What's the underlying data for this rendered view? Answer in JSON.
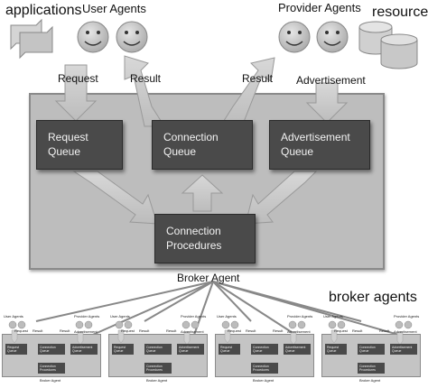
{
  "top_labels": {
    "applications": "applications",
    "user_agents": "User Agents",
    "provider_agents": "Provider Agents",
    "resources": "resources"
  },
  "arrow_labels": {
    "request": "Request",
    "result_left": "Result",
    "result_right": "Result",
    "advertisement": "Advertisement"
  },
  "queues": {
    "request_queue": "Request\nQueue",
    "connection_queue": "Connection\nQueue",
    "advertisement_queue": "Advertisement\nQueue",
    "connection_procedures": "Connection\nProcedures"
  },
  "broker_agent": "Broker Agent",
  "broker_agents": "broker agents",
  "mini": {
    "user_agents": "User Agents",
    "provider_agents": "Provider Agents",
    "request": "Request",
    "result": "Result",
    "advertisement": "Advertisement",
    "request_queue": "Request\nQueue",
    "connection_queue": "Connection\nQueue",
    "advertisement_queue": "Advertisement\nQueue",
    "connection_procedures": "Connection\nProcedures",
    "broker_agent": "Broker Agent"
  },
  "colors": {
    "queue_fill": "#4a4a4a",
    "broker_fill": "#bdbdbd",
    "arrow_fill": "#c8c8c8",
    "face_fill": "#bcbcbc"
  },
  "icons": [
    "document-stack-icon",
    "smiley-face-icon",
    "database-cylinder-icon"
  ]
}
